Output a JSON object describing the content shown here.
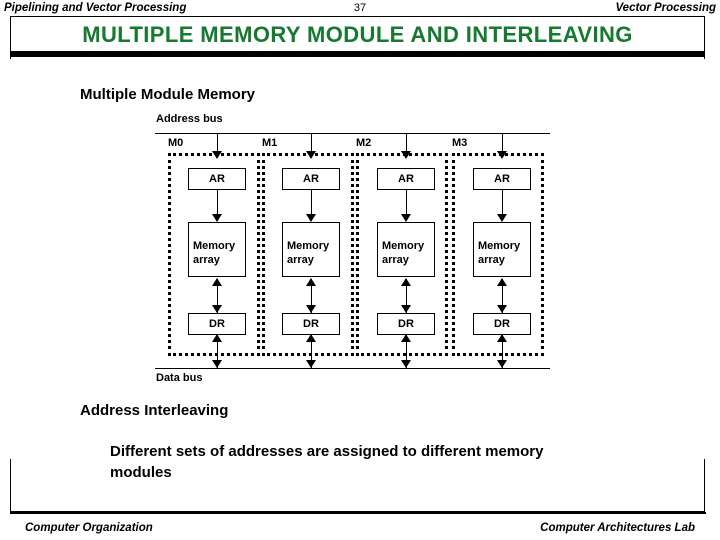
{
  "header": {
    "left": "Pipelining and Vector Processing",
    "page_number": "37",
    "right": "Vector Processing"
  },
  "title": {
    "text": "MULTIPLE  MEMORY  MODULE  AND INTERLEAVING",
    "color": "#157a30"
  },
  "sections": {
    "multiple_module_memory": "Multiple Module Memory",
    "address_interleaving": "Address Interleaving",
    "address_interleaving_body": "Different sets of addresses are assigned to different memory modules"
  },
  "diagram": {
    "address_bus_label": "Address bus",
    "data_bus_label": "Data bus",
    "modules": [
      {
        "name": "M0",
        "ar": "AR",
        "array_line1": "Memory",
        "array_line2": "array",
        "dr": "DR"
      },
      {
        "name": "M1",
        "ar": "AR",
        "array_line1": "Memory",
        "array_line2": "array",
        "dr": "DR"
      },
      {
        "name": "M2",
        "ar": "AR",
        "array_line1": "Memory",
        "array_line2": "array",
        "dr": "DR"
      },
      {
        "name": "M3",
        "ar": "AR",
        "array_line1": "Memory",
        "array_line2": "array",
        "dr": "DR"
      }
    ]
  },
  "footer": {
    "left": "Computer Organization",
    "right": "Computer Architectures Lab"
  }
}
